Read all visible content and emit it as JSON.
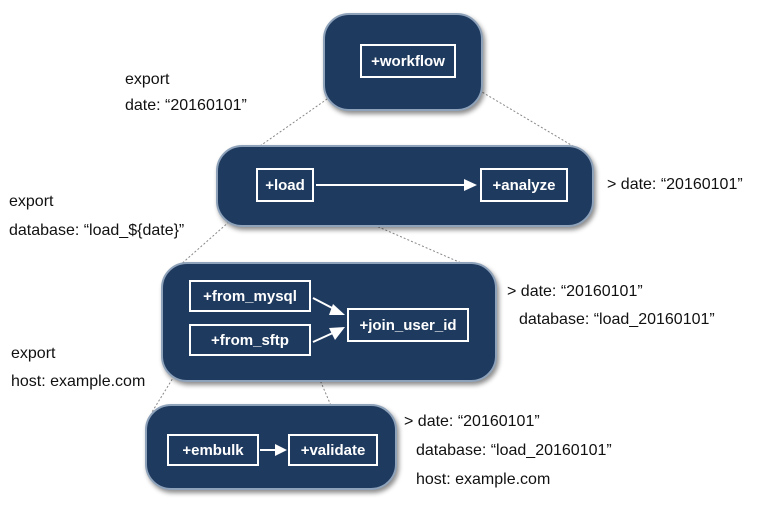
{
  "tasks": {
    "workflow": "+workflow",
    "load": "+load",
    "analyze": "+analyze",
    "from_mysql": "+from_mysql",
    "from_sftp": "+from_sftp",
    "join_user_id": "+join_user_id",
    "embulk": "+embulk",
    "validate": "+validate"
  },
  "annotations": {
    "workflow_export": [
      "export",
      "date: “20160101”"
    ],
    "load_export": [
      "export",
      "database: “load_${date}”"
    ],
    "from_sftp_export": [
      "export",
      "host: example.com"
    ],
    "load_inherited": [
      "> date: “20160101”"
    ],
    "from_mysql_inherited": [
      "> date: “20160101”",
      "database: “load_20160101”"
    ],
    "embulk_inherited": [
      "> date: “20160101”",
      "database: “load_20160101”",
      "host: example.com"
    ]
  },
  "colors": {
    "panel_fill": "#1f3a5f",
    "panel_border": "#8ea2ba",
    "task_border": "#ffffff",
    "connector": "#888888",
    "arrow": "#ffffff"
  }
}
